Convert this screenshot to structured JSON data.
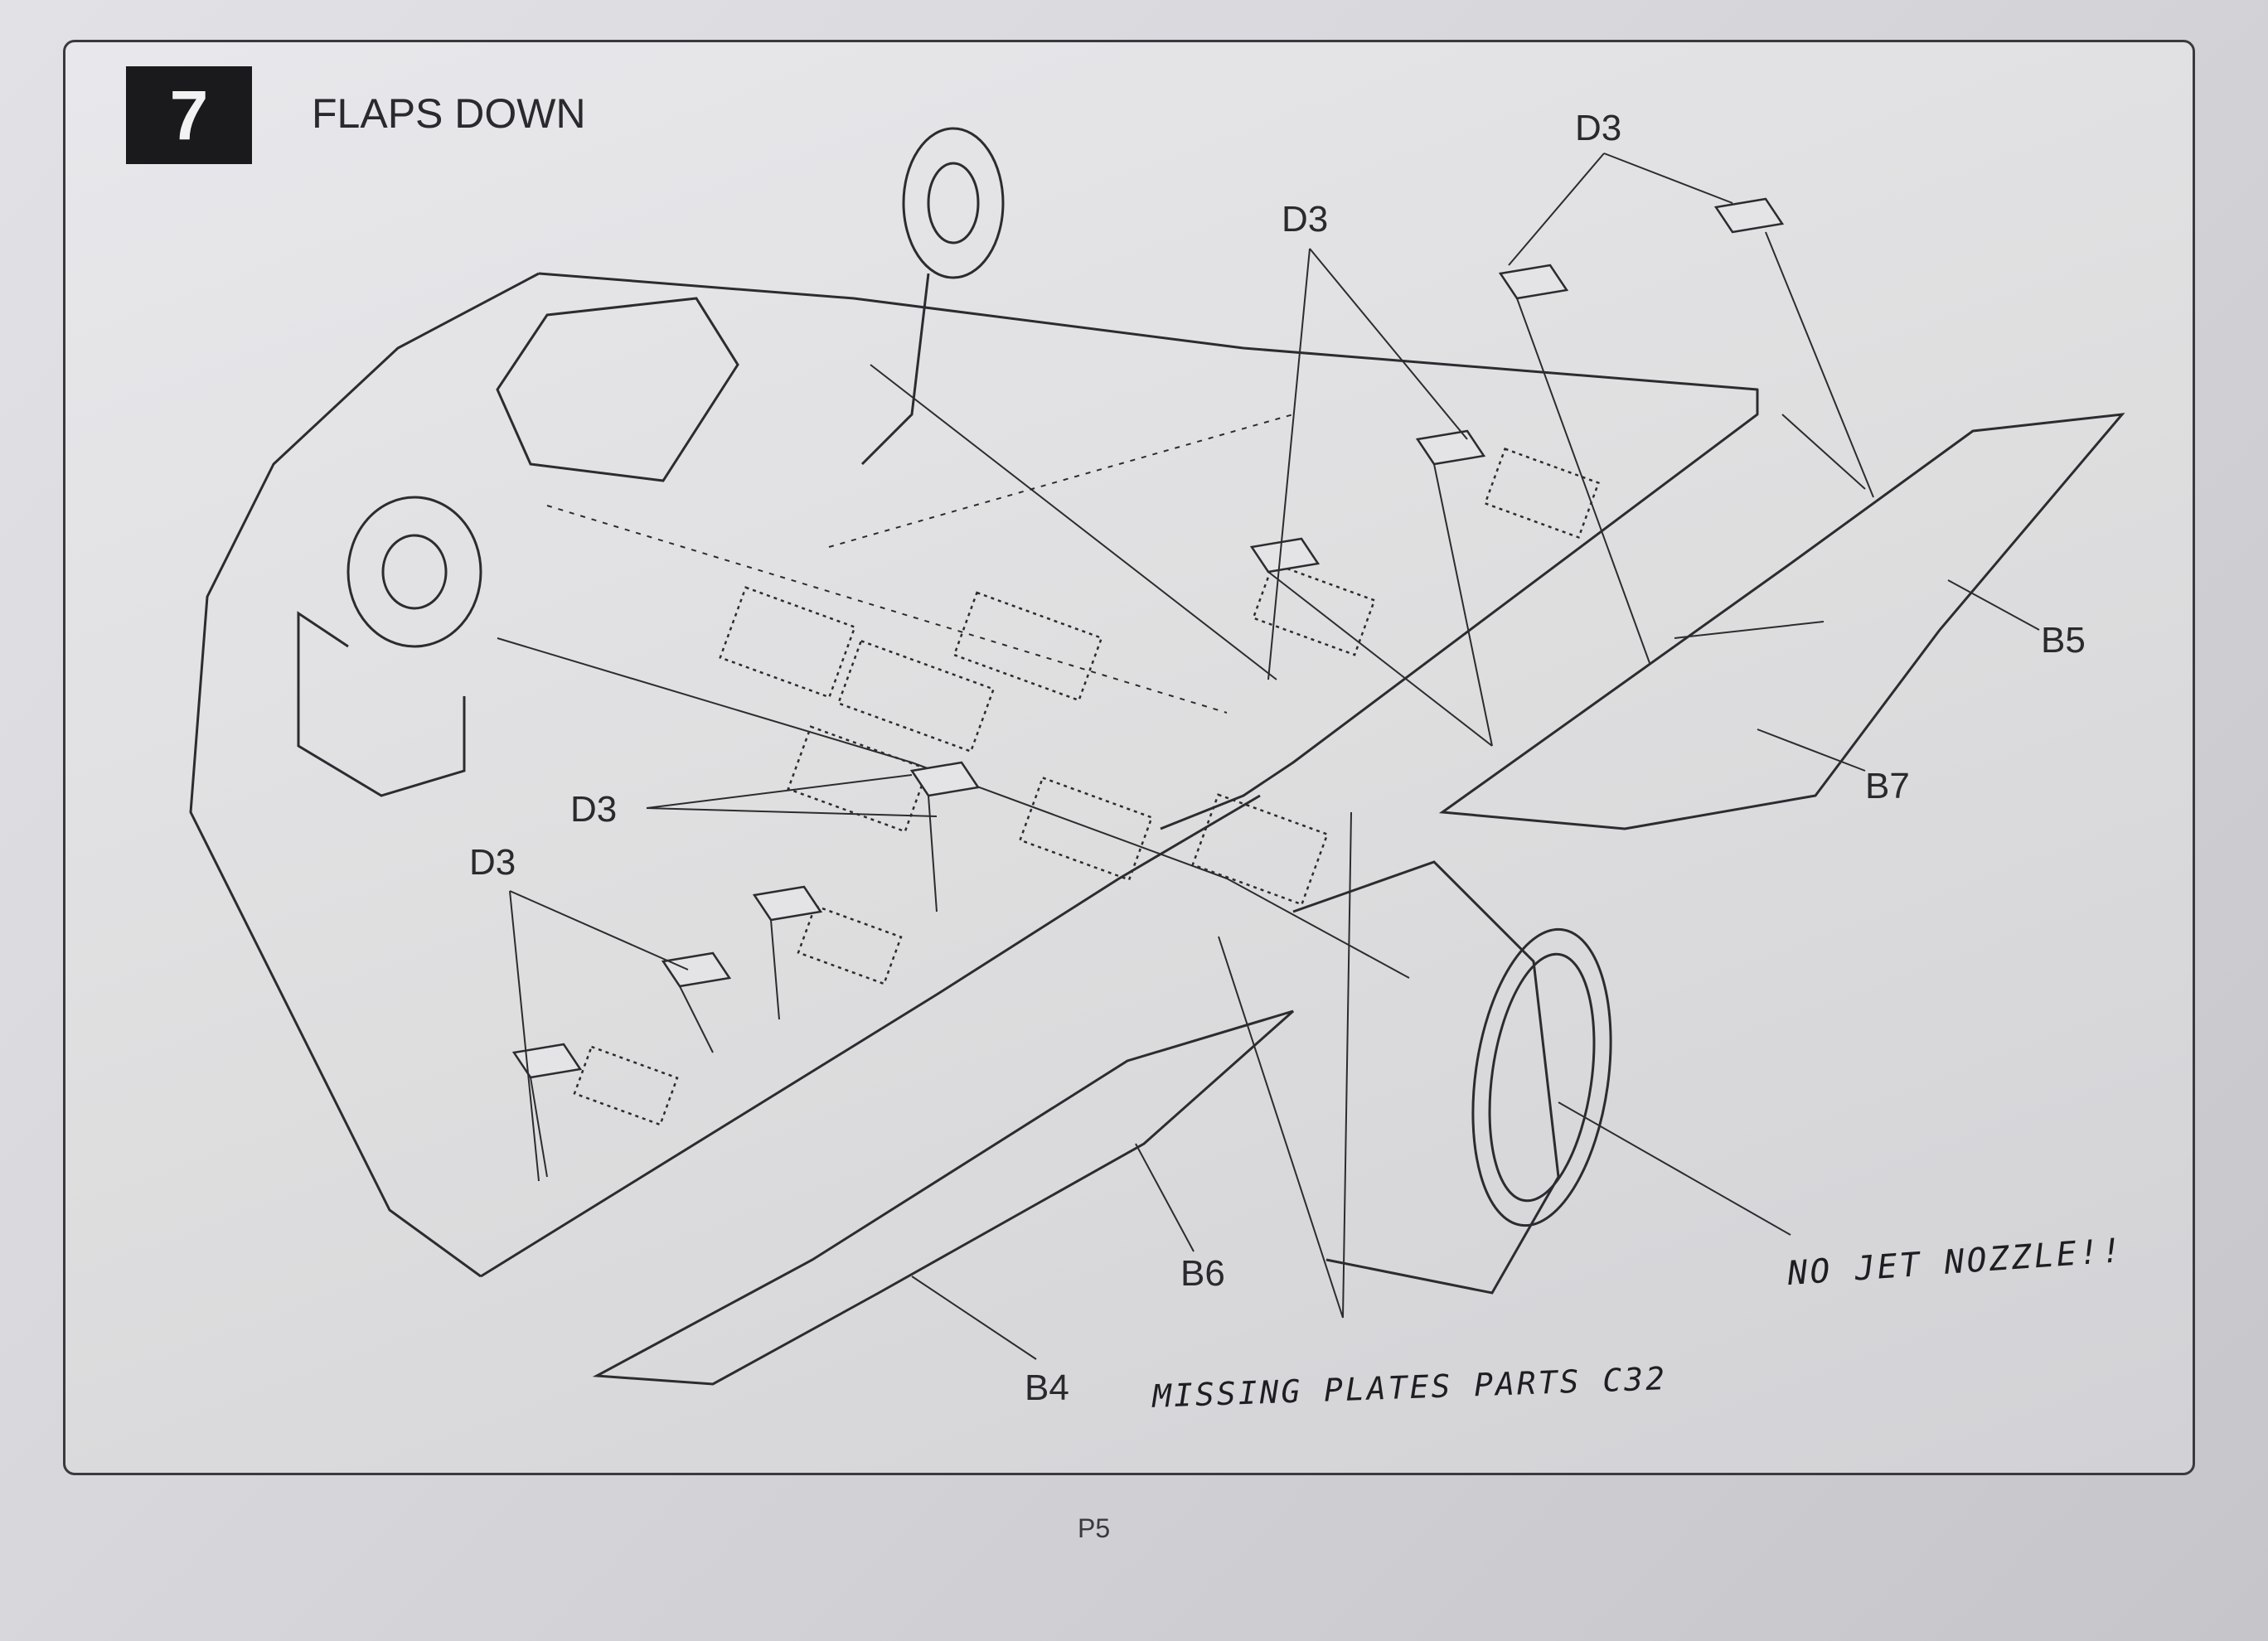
{
  "step": {
    "number": "7",
    "title": "FLAPS DOWN"
  },
  "labels": {
    "d3_top_right": "D3",
    "d3_top_center": "D3",
    "d3_mid_left": "D3",
    "d3_left": "D3",
    "b5": "B5",
    "b7": "B7",
    "b6": "B6",
    "b4": "B4"
  },
  "annotations": {
    "no_jet_nozzle": "NO JET NOZZLE!!",
    "missing_plates": "MISSING PLATES PARTS C32"
  },
  "footer": {
    "page": "P5"
  }
}
